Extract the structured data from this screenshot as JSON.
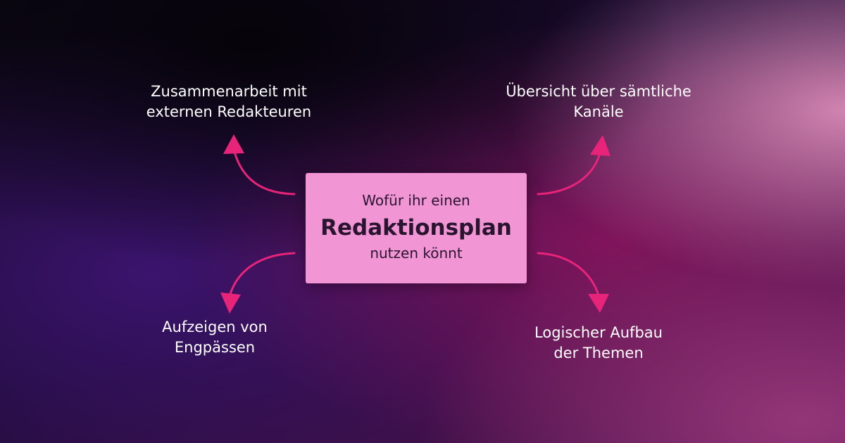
{
  "center": {
    "line1": "Wofür ihr einen",
    "line2": "Redaktionsplan",
    "line3": "nutzen könnt"
  },
  "branches": {
    "top_left": {
      "line1": "Zusammenarbeit mit",
      "line2": "externen Redakteuren"
    },
    "top_right": {
      "line1": "Übersicht über sämtliche",
      "line2": "Kanäle"
    },
    "bottom_left": {
      "line1": "Aufzeigen von",
      "line2": "Engpässen"
    },
    "bottom_right": {
      "line1": "Logischer Aufbau",
      "line2": "der Themen"
    }
  },
  "colors": {
    "background_dark": "#0c0615",
    "background_purple": "#3a1060",
    "background_magenta": "#7a1560",
    "background_pink": "#d07aa8",
    "box_fill": "#f295d4",
    "box_text": "#2a1530",
    "arrow": "#e8237a",
    "label_text": "#ffffff"
  }
}
